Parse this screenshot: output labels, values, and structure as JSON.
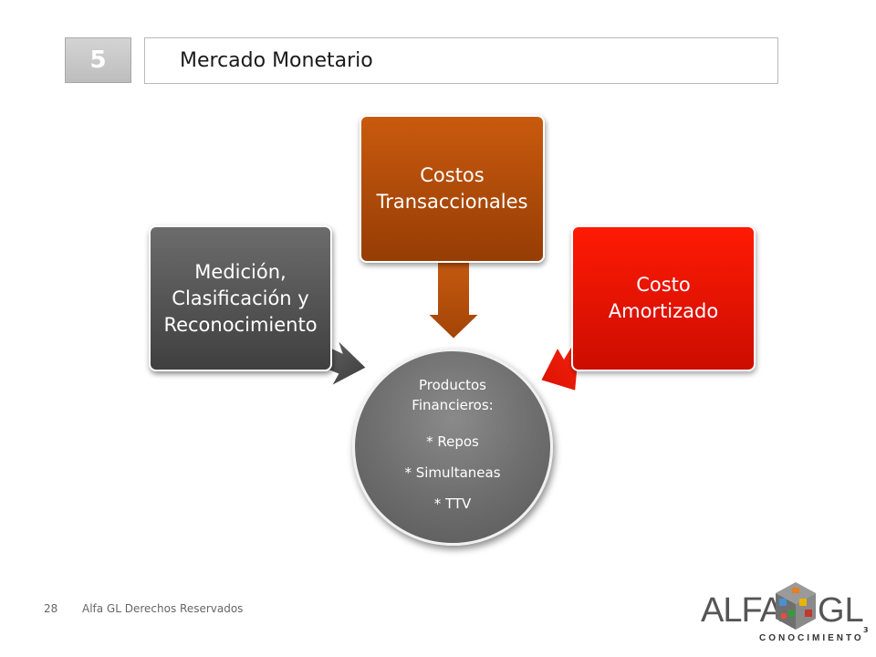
{
  "header": {
    "number": "5",
    "title": "Mercado Monetario"
  },
  "diagram": {
    "left_box": [
      "Medición,",
      "Clasificación y",
      "Reconocimiento"
    ],
    "top_box": [
      "Costos",
      "Transaccionales"
    ],
    "right_box": [
      "Costo",
      "Amortizado"
    ],
    "center": {
      "heading": [
        "Productos",
        "Financieros:"
      ],
      "items": [
        "* Repos",
        "* Simultaneas",
        "* TTV"
      ]
    }
  },
  "footer": {
    "page_number": "28",
    "rights": "Alfa GL Derechos Reservados"
  },
  "logo": {
    "left": "ALFA",
    "right": "GL",
    "tagline": "CONOCIMIENTO",
    "superscript": "3"
  },
  "colors": {
    "left_box": "#555555",
    "top_box": "#b04a08",
    "right_box": "#e81402",
    "center": "#707070"
  }
}
